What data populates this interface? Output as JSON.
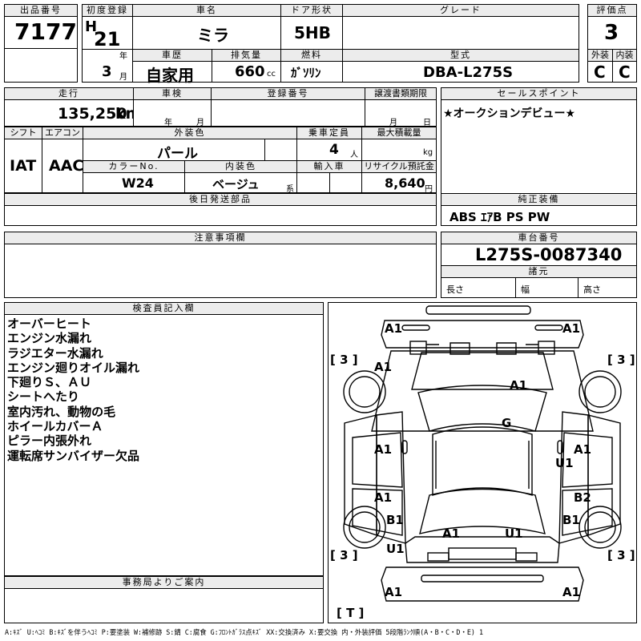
{
  "header": {
    "lot_no_label": "出品番号",
    "lot_no": "7177",
    "first_reg_label": "初度登録",
    "era": "H",
    "year": "21",
    "year_unit": "年",
    "month": "3",
    "month_unit": "月",
    "car_name_label": "車名",
    "car_name": "ミラ",
    "door_label": "ドア形状",
    "door": "5HB",
    "grade_label": "グレード",
    "grade": "",
    "score_label": "評価点",
    "score": "3",
    "history_label": "車歴",
    "history": "自家用",
    "displacement_label": "排気量",
    "displacement": "660",
    "displacement_unit": "cc",
    "fuel_label": "燃料",
    "fuel": "ｶﾞｿﾘﾝ",
    "model_label": "型式",
    "model": "DBA-L275S",
    "exterior_label": "外装",
    "exterior": "C",
    "interior_label": "内装",
    "interior": "C"
  },
  "row2": {
    "mileage_label": "走行",
    "mileage": "135,250",
    "mileage_unit": "km",
    "inspection_label": "車検",
    "inspection_year_unit": "年",
    "inspection_month_unit": "月",
    "reg_no_label": "登録番号",
    "transfer_label": "譲渡書類期限",
    "transfer_month_unit": "月",
    "transfer_day_unit": "日",
    "sales_point_label": "セールスポイント",
    "sales_point": "★オークションデビュー★"
  },
  "row3": {
    "shift_label": "シフト",
    "shift": "IAT",
    "aircon_label": "エアコン",
    "aircon": "AAC",
    "color_label": "外装色",
    "color": "パール",
    "capacity_label": "乗車定員",
    "capacity": "4",
    "capacity_unit": "人",
    "payload_label": "最大積載量",
    "payload_unit": "kg",
    "color_no_label": "カラーNo.",
    "color_no": "W24",
    "int_color_label": "内装色",
    "int_color": "ベージュ",
    "int_color_unit": "系",
    "import_label": "輸入車",
    "recycle_label": "リサイクル預託金",
    "recycle": "8,640",
    "recycle_unit": "円"
  },
  "later_parts_label": "後日発送部品",
  "genuine_label": "純正装備",
  "genuine": "ABS ｴｱB PS PW",
  "caution_label": "注意事項欄",
  "chassis_label": "車台番号",
  "chassis": "L275S-0087340",
  "spec_label": "諸元",
  "length_label": "長さ",
  "width_label": "幅",
  "height_label": "高さ",
  "inspector_label": "検査員記入欄",
  "inspector_notes": [
    "オーバーヒート",
    "エンジン水漏れ",
    "ラジエター水漏れ",
    "エンジン廻りオイル漏れ",
    "下廻りＳ、ＡＵ",
    "シートへたり",
    "室内汚れ、動物の毛",
    "ホイールカバーＡ",
    "ピラー内張外れ",
    "運転席サンバイザー欠品"
  ],
  "office_label": "事務局よりご案内",
  "tires": {
    "fl": "[ 3 ]",
    "fr": "[ 3 ]",
    "rl": "[ 3 ]",
    "rr": "[ 3 ]",
    "spare": "[ T ]"
  },
  "damage": {
    "front_bumper_l": "A1",
    "front_bumper_r": "A1",
    "fender_fl": "A1",
    "hood": "A1",
    "windshield": "G",
    "door_fl": "A1",
    "door_fr": "A1",
    "door_fr2": "U1",
    "door_rl": "A1",
    "door_rr": "B2",
    "fender_rl": "B1",
    "fender_rr": "B1",
    "rocker_l": "U1",
    "trunk_l": "A1",
    "trunk_r": "U1",
    "rear_bumper_l": "A1",
    "rear_bumper_r": "A1"
  },
  "legend": "A:ｷｽﾞ U:ﾍｺﾐ B:ｷｽﾞを伴うﾍｺﾐ P:要塗装 W:補修跡 S:錆 C:腐食 G:ﾌﾛﾝﾄｶﾞﾗｽ点ｷｽﾞ XX:交換済み X:要交換 内・外装評価 5段階ﾗﾝｸ順(A・B・C・D・E) 1"
}
